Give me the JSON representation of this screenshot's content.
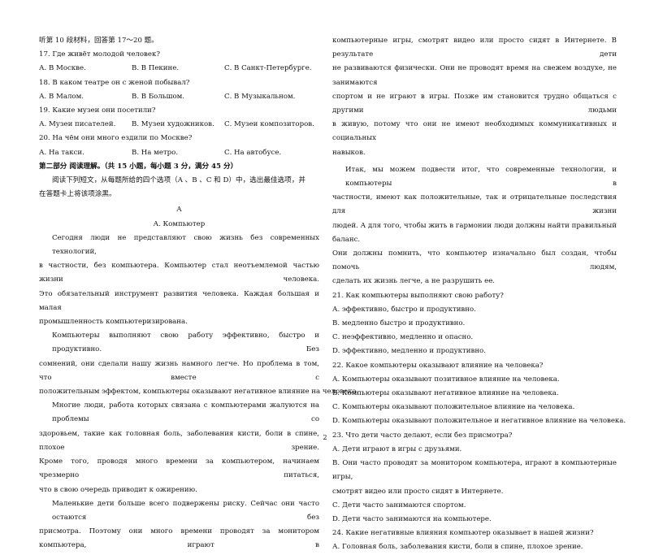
{
  "left_column": {
    "intro": "听第 10 段材料，回答第 17～20 题。",
    "q17": "17. Где живёт молодой человек?",
    "q17_opts": [
      "А. В Москве.",
      "В. В Пекине.",
      "С. В Санкт-Петербурге."
    ],
    "q18": "18. В каком театре он с женой побывал?",
    "q18_opts": [
      "А. В Малом.",
      "В. В Большом.",
      "С. В Музыкальном."
    ],
    "q19": "19. Какие музеи они посетили?",
    "q19_opts": [
      "А. Музеи писателей.",
      "В. Музеи художников.",
      "С. Музеи композиторов."
    ],
    "q20": "20. На чём они много ездили по Москве?",
    "q20_opts": [
      "А. На такси.",
      "В. На метро.",
      "С. На автобусе."
    ],
    "section_title": "第二部分  阅读理解。（共 15 小题，每小题 3 分，满分 45 分）",
    "instruction_1": "阅读下列短文，从每题所给的四个选项（A 、B 、C 和 D）中，选出最佳选项，并",
    "instruction_2": "在答题卡上将该项涂黑。",
    "passage_letter": "A",
    "passage_title": "A. Компьютер",
    "p1": [
      "Сегодня люди не представляют свою жизнь без современных технологий,",
      "в частности, без компьютера. Компьютер стал неотъемлемой частью жизни человека.",
      "Это обязательный инструмент развития человека. Каждая большая и малая",
      "промышленность компьютеризирована."
    ],
    "p2": [
      "Компьютеры выполняют свою работу эффективно, быстро и продуктивно. Без",
      "сомнений, они сделали нашу жизнь намного легче. Но проблема в том, что вместе с",
      "положительным эффектом, компьютеры оказывают негативное влияние на человека."
    ],
    "p3": [
      "Многие люди, работа которых связана с компьютерами жалуются на проблемы со",
      "здоровьем, такие как головная боль, заболевания кисти, боли в спине, плохое зрение.",
      "Кроме того, проводя много времени за компьютером, начинаем чрезмерно питаться,",
      "что в свою очередь приводит к ожирению."
    ],
    "p4": [
      "Маленькие дети больше всего подвержены риску. Сейчас они часто остаются без",
      "присмотра. Поэтому они много времени проводят за монитором компьютера, играют в"
    ]
  },
  "right_column": {
    "p4_cont": [
      "компьютерные игры, смотрят видео или просто сидят в Интернете. В результате дети",
      "не развиваются физически. Они не проводят время на свежем воздухе, не занимаются",
      "спортом и не играют в игры. Позже им становится трудно общаться с другими людьми",
      "в живую, потому что они не имеют необходимых коммуникативных и социальных",
      "навыков."
    ],
    "p5": [
      "Итак, мы можем подвести итог, что современные технологии, и компьютеры в",
      "частности, имеют как положительные, так и отрицательные последствия для жизни",
      "людей. А для того, чтобы жить в гармонии люди должны найти правильный баланс.",
      "Они должны помнить, что компьютер изначально был создан, чтобы помочь людям,",
      "сделать их жизнь легче, а не разрушить ее."
    ],
    "q21": "21. Как компьютеры выполняют свою работу?",
    "q21_opts": [
      "А. эффективно, быстро и продуктивно.",
      "В. медленно быстро и продуктивно.",
      "С. неэффективно, медленно и опасно.",
      "D. эффективно, медленно и продуктивно."
    ],
    "q22": "22. Какое компьютеры оказывают влияние на человека?",
    "q22_opts": [
      "А. Компьютеры оказывают позитивное влияние на человека.",
      "В. Компьютеры оказывают негативное влияние на человека.",
      "С. Компьютеры оказывают положительное влияние на человека.",
      "D. Компьютеры оказывают положительное и негативное влияние на человека."
    ],
    "q23": "23. Что дети часто делают, если без присмотра?",
    "q23_opts": [
      "А. Дети играют в игры с друзьями.",
      "В. Они часто проводят за монитором компьютера, играют в компьютерные игры,",
      "смотрят видео или просто сидят в Интернете.",
      "С. Дети часто занимаются спортом.",
      "D. Дети часто занимаются на компьютере."
    ],
    "q24": "24. Какие негативные влияния компьютер оказывает в нашей жизни?",
    "q24_opts": [
      "А. Головная боль, заболевания кисти, боли в спине, плохое зрение."
    ]
  },
  "page_number": "2"
}
